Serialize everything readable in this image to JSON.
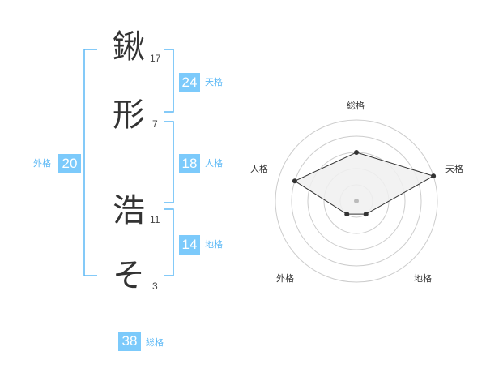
{
  "name_chars": [
    {
      "char": "鍬",
      "strokes": "17"
    },
    {
      "char": "形",
      "strokes": "7"
    },
    {
      "char": "浩",
      "strokes": "11"
    },
    {
      "char": "そ",
      "strokes": "3"
    }
  ],
  "kakusu": {
    "tenkaku": {
      "value": "24",
      "label": "天格"
    },
    "jinkaku": {
      "value": "18",
      "label": "人格"
    },
    "chikaku": {
      "value": "14",
      "label": "地格"
    },
    "gaikaku": {
      "value": "20",
      "label": "外格"
    },
    "soukaku": {
      "value": "38",
      "label": "総格"
    }
  },
  "radar": {
    "axes": [
      "総格",
      "天格",
      "地格",
      "外格",
      "人格"
    ],
    "scores": [
      3,
      5,
      1,
      1,
      4
    ],
    "max_score": 5,
    "colors": {
      "line": "#333333",
      "fill": "#f0f0f0",
      "grid": "#cccccc",
      "center": "#bbbbbb"
    }
  },
  "colors": {
    "accent": "#7ccafb",
    "bracket": "#5bb8f5"
  }
}
